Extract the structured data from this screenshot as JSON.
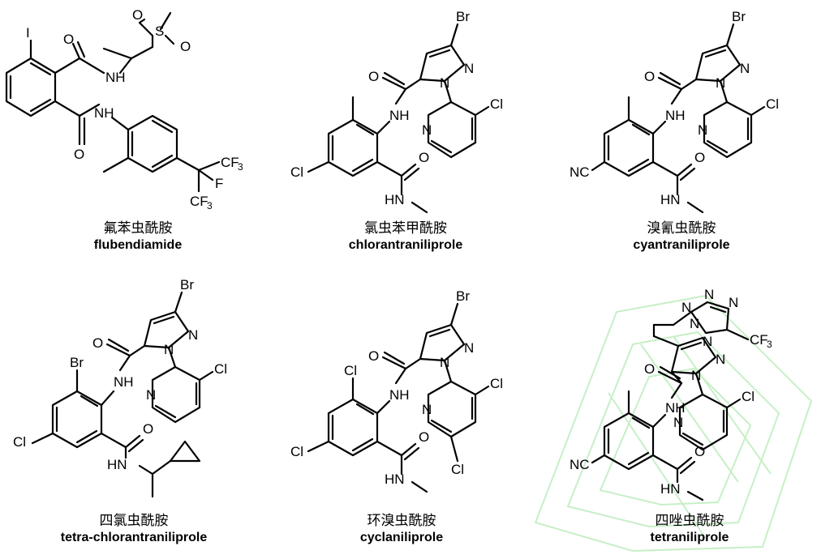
{
  "watermark_color": "#c7efc7",
  "compounds": [
    {
      "name_cn": "氟苯虫酰胺",
      "name_en": "flubendiamide",
      "atoms": {
        "I": "I",
        "O1": "O",
        "NH1": "NH",
        "S": "S",
        "O2": "O",
        "O3": "O",
        "NH2": "NH",
        "O4": "O",
        "CF3a": "CF",
        "F": "F",
        "CF3b": "CF",
        "three": "3"
      }
    },
    {
      "name_cn": "氯虫苯甲酰胺",
      "name_en": "chlorantraniliprole",
      "atoms": {
        "Br": "Br",
        "N1": "N",
        "N2": "N",
        "O1": "O",
        "NH1": "NH",
        "Cl1": "Cl",
        "N3": "N",
        "Cl2": "Cl",
        "O2": "O",
        "HN": "HN"
      }
    },
    {
      "name_cn": "溴氰虫酰胺",
      "name_en": "cyantraniliprole",
      "atoms": {
        "Br": "Br",
        "N1": "N",
        "N2": "N",
        "O1": "O",
        "NH1": "NH",
        "Cl1": "Cl",
        "N3": "N",
        "NC": "NC",
        "O2": "O",
        "HN": "HN"
      }
    },
    {
      "name_cn": "四氯虫酰胺",
      "name_en": "tetra-chlorantraniliprole",
      "atoms": {
        "Br1": "Br",
        "N1": "N",
        "N2": "N",
        "O1": "O",
        "Br2": "Br",
        "NH1": "NH",
        "Cl1": "Cl",
        "N3": "N",
        "Cl2": "Cl",
        "O2": "O",
        "HN": "HN"
      }
    },
    {
      "name_cn": "环溴虫酰胺",
      "name_en": "cyclaniliprole",
      "atoms": {
        "Br": "Br",
        "N1": "N",
        "N2": "N",
        "O1": "O",
        "Cl1": "Cl",
        "NH1": "NH",
        "Cl2": "Cl",
        "N3": "N",
        "Cl3": "Cl",
        "Cl4": "Cl",
        "O2": "O",
        "HN": "HN"
      }
    },
    {
      "name_cn": "四唑虫酰胺",
      "name_en": "tetraniliprole",
      "atoms": {
        "Na": "N",
        "Nb": "N",
        "Nc": "N",
        "Nd": "N",
        "Ne": "N",
        "CF3": "CF",
        "three": "3",
        "N1": "N",
        "N2": "N",
        "O1": "O",
        "NH1": "NH",
        "Cl1": "Cl",
        "N3": "N",
        "NC": "NC",
        "O2": "O",
        "HN": "HN"
      }
    }
  ]
}
